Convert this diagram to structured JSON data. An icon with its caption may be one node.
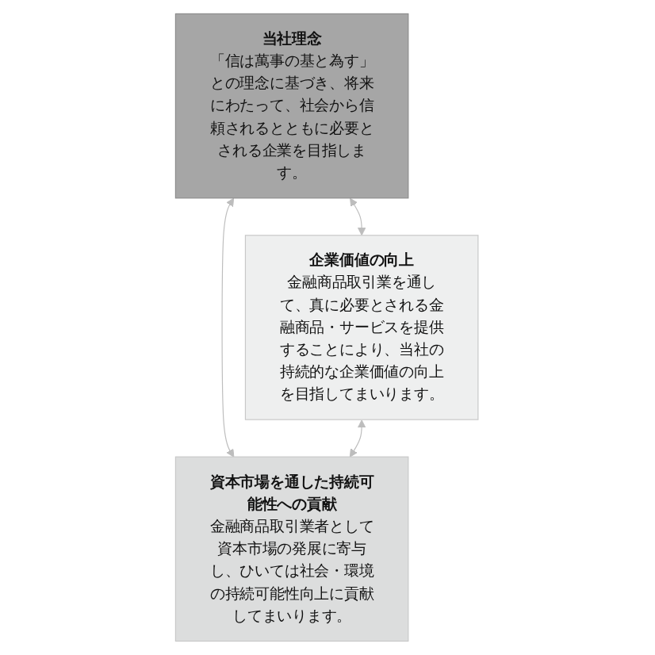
{
  "diagram": {
    "nodes": [
      {
        "text": [
          "当社理念",
          "「信は萬事の基と為す」との理念に基づき、将来にわたって、社会から信頼されるとともに必要とされる企業を目指します。"
        ]
      },
      {
        "text": [
          "企業価値の向上",
          "金融商品取引業を通して、真に必要とされる金融商品・サービスを提供することにより、当社の持続的な企業価値の向上を目指してまいります。"
        ]
      },
      {
        "text": [
          "資本市場を通した持続可能性への貢献",
          "金融商品取引業者として資本市場の発展に寄与し、ひいては社会・環境の持続可能性向上に貢献してまいります。"
        ]
      }
    ],
    "edges": [
      {
        "from": 0,
        "to": 1,
        "arrow": "both"
      },
      {
        "from": 0,
        "to": 2,
        "arrow": "both"
      },
      {
        "from": 1,
        "to": 2,
        "arrow": "both"
      }
    ]
  }
}
